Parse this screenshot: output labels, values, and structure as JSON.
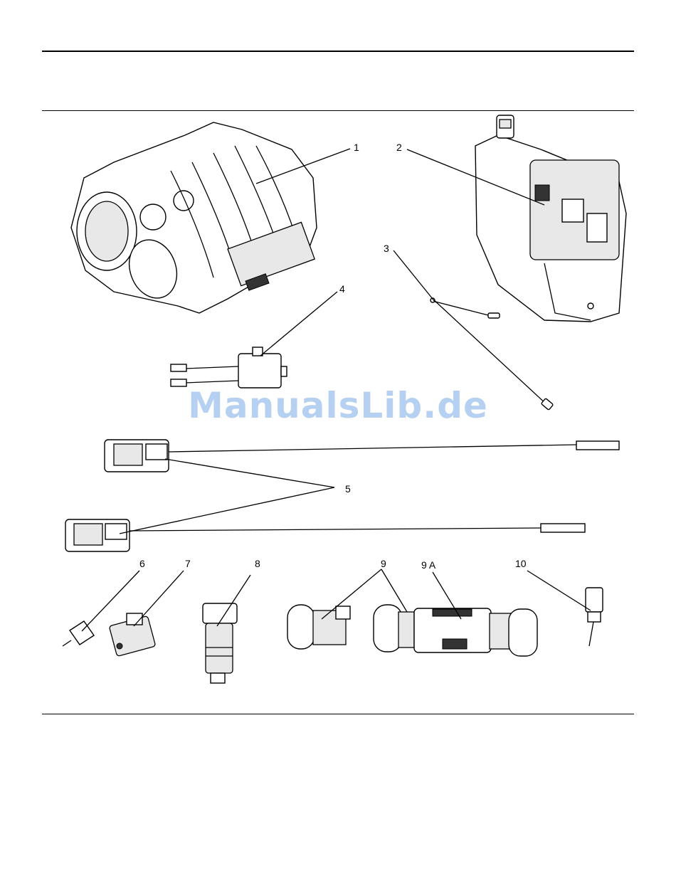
{
  "watermark": "ManualsLib.de",
  "callouts": {
    "c1": "1",
    "c2": "2",
    "c3": "3",
    "c4": "4",
    "c5": "5",
    "c6": "6",
    "c7": "7",
    "c8": "8",
    "c9": "9",
    "c9a": "9 A",
    "c10": "10"
  },
  "parts": [
    {
      "callout": "1",
      "icon": "aftertreatment-module-icon"
    },
    {
      "callout": "2",
      "icon": "def-tank-pump-icon"
    },
    {
      "callout": "3",
      "icon": "harness-rod-icon"
    },
    {
      "callout": "4",
      "icon": "junction-module-icon"
    },
    {
      "callout": "5",
      "icon": "nox-sensor-icon"
    },
    {
      "callout": "6",
      "icon": "filter-icon"
    },
    {
      "callout": "7",
      "icon": "valve-icon"
    },
    {
      "callout": "8",
      "icon": "filter-canister-icon"
    },
    {
      "callout": "9",
      "icon": "clamp-icon"
    },
    {
      "callout": "9 A",
      "icon": "flex-pipe-icon"
    },
    {
      "callout": "10",
      "icon": "temperature-sensor-icon"
    }
  ]
}
